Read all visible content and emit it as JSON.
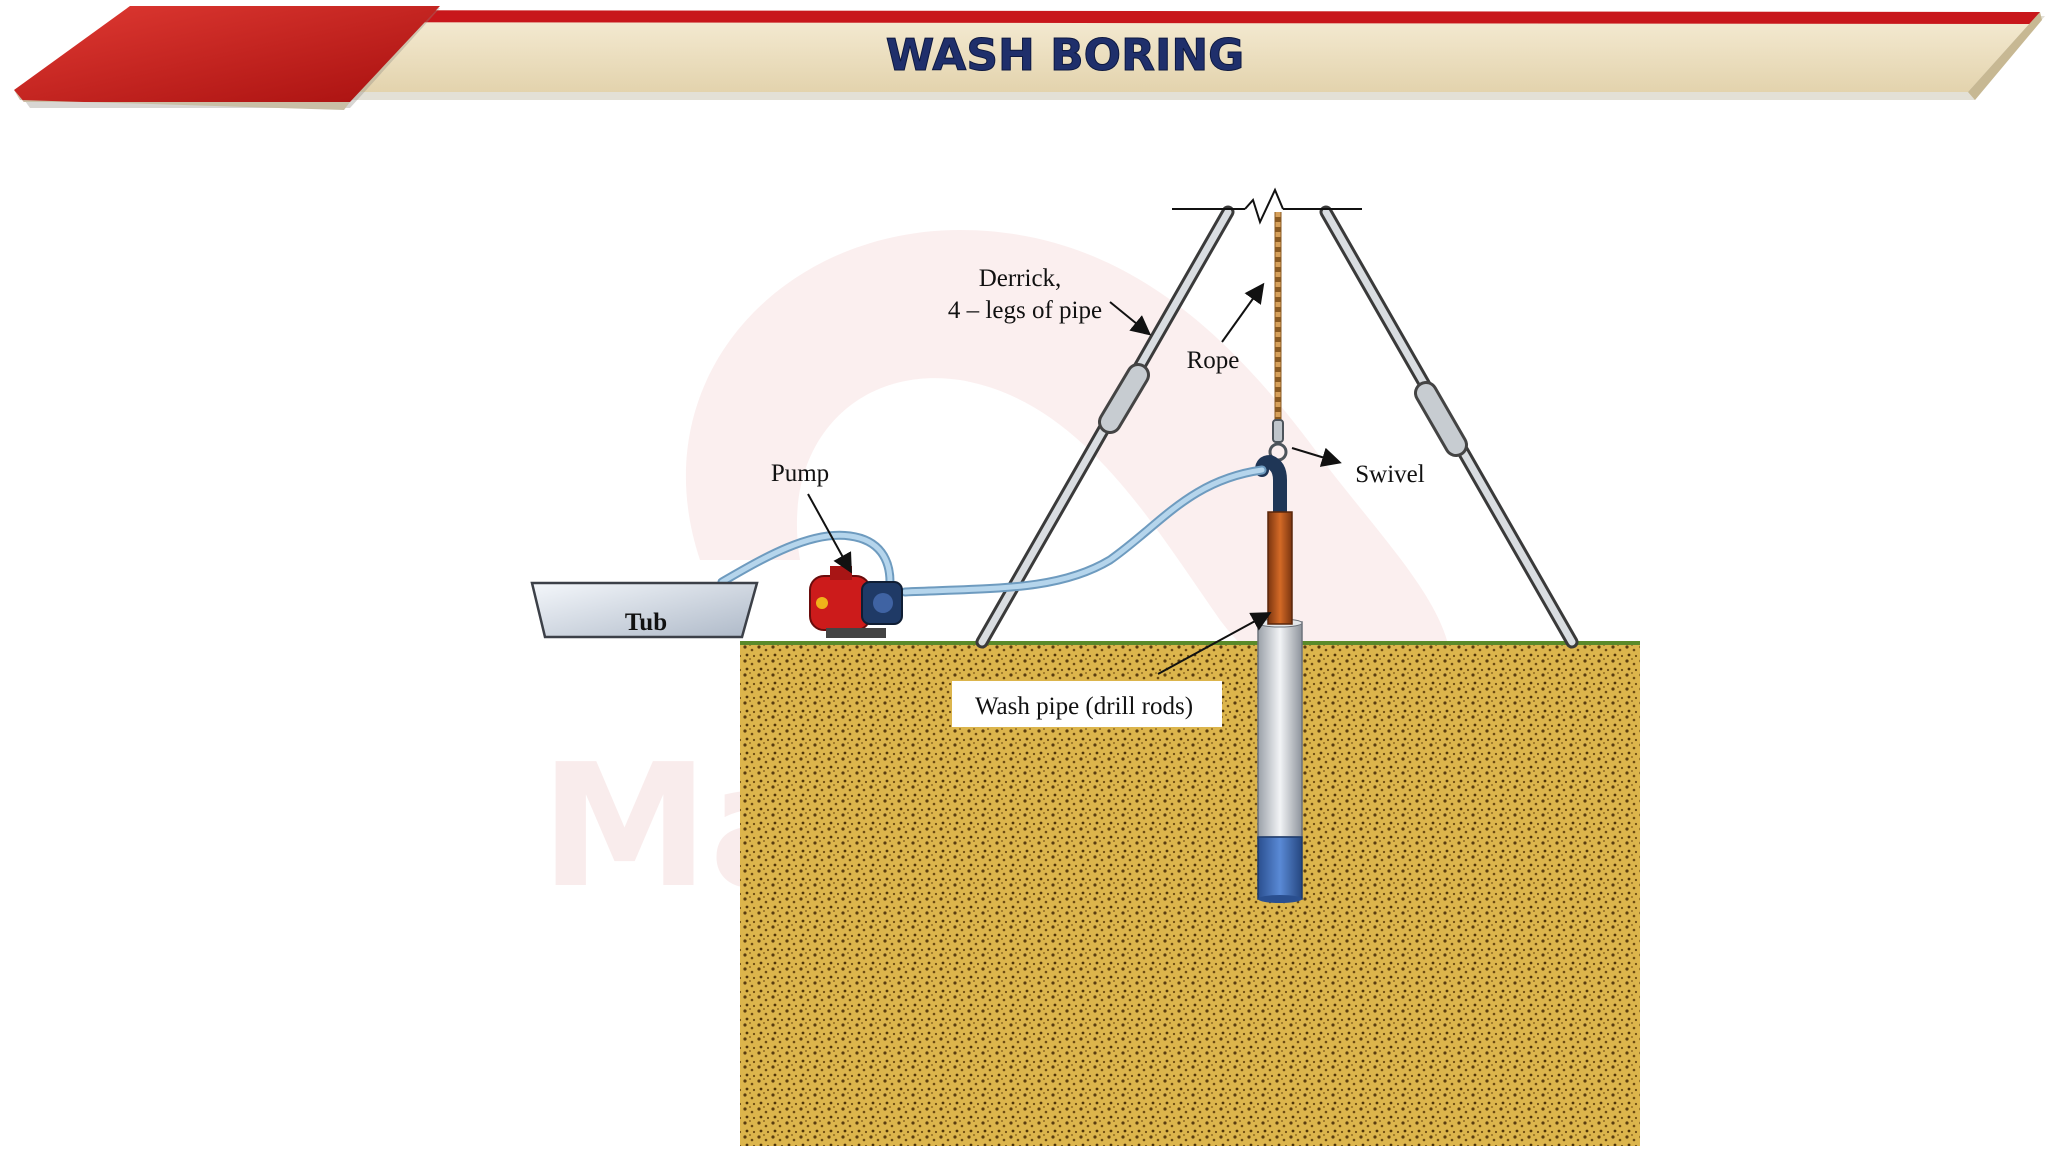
{
  "slide": {
    "title": "WASH BORING",
    "watermark_text": "Ma"
  },
  "labels": {
    "derrick_line1": "Derrick,",
    "derrick_line2": "4 – legs of pipe",
    "rope": "Rope",
    "pump": "Pump",
    "swivel": "Swivel",
    "tub": "Tub",
    "wash_pipe": "Wash pipe (drill rods)"
  },
  "colors": {
    "title_text": "#1f2f6b",
    "banner_red": "#c8171b",
    "banner_beige": "#efe3c6",
    "soil": "#d9b34a",
    "ground_line": "#5a8a2a",
    "water_hose": "#a9cbe4",
    "pump_body": "#d42020",
    "drill_rod": "#b8561b",
    "casing": "#c9cdd2",
    "bit": "#3d6fb8"
  }
}
